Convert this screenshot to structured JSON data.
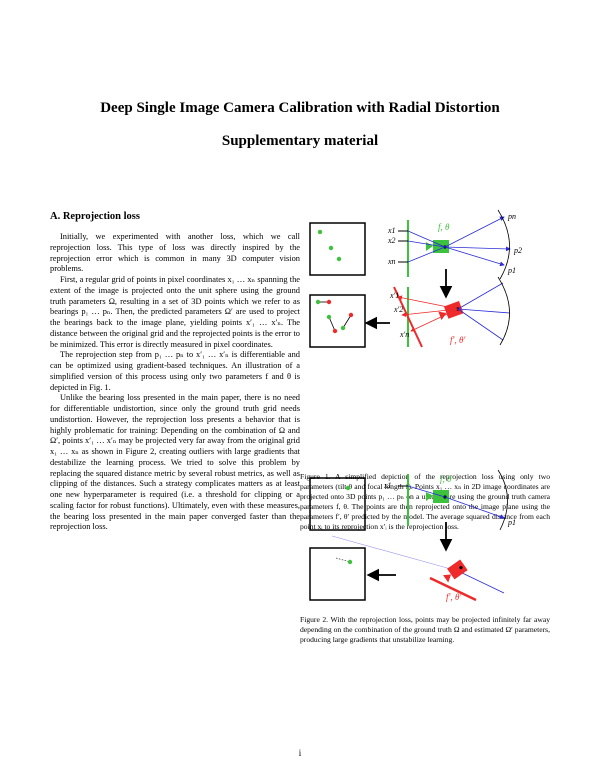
{
  "paper": {
    "title": "Deep Single Image Camera Calibration with Radial Distortion",
    "subtitle": "Supplementary material",
    "page_number": "i"
  },
  "section": {
    "heading": "A. Reprojection loss",
    "paragraphs": [
      "Initially, we experimented with another loss, which we call reprojection loss. This type of loss was directly inspired by the reprojection error which is common in many 3D computer vision problems.",
      "First, a regular grid of points in pixel coordinates x₁ … xₙ spanning the extent of the image is projected onto the unit sphere using the ground truth parameters Ω, resulting in a set of 3D points which we refer to as bearings p₁ … pₙ. Then, the predicted parameters Ω′ are used to project the bearings back to the image plane, yielding points x′₁ … x′ₙ. The distance between the original grid and the reprojected points is the error to be minimized. This error is directly measured in pixel coordinates.",
      "The reprojection step from p₁ … pₙ to x′₁ … x′ₙ is differentiable and can be optimized using gradient-based techniques. An illustration of a simplified version of this process using only two parameters f and θ is depicted in Fig. 1.",
      "Unlike the bearing loss presented in the main paper, there is no need for differentiable undistortion, since only the ground truth grid needs undistortion. However, the reprojection loss presents a behavior that is highly problematic for training: Depending on the combination of Ω and Ω′, points x′₁ … x′ₙ may be projected very far away from the original grid x₁ … xₙ as shown in Figure 2, creating outliers with large gradients that destabilize the learning process. We tried to solve this problem by replacing the squared distance metric by several robust metrics, as well as clipping of the distances. Such a strategy complicates matters as at least one new hyperparameter is required (i.e. a threshold for clipping or a scaling factor for robust functions). Ultimately, even with these measures, the bearing loss presented in the main paper converged faster than the reprojection loss."
    ]
  },
  "figure1": {
    "caption": "Figure 1. A simplified depiction of the reprojection loss using only two parameters (tilt θ and focal length f). Points x₁ … xₙ in 2D image coordinates are projected onto 3D points p₁ … pₙ on a unit sphere using the ground truth camera parameters f, θ. The points are then reprojected onto the image plane using the parameters f′, θ′ predicted by the model. The average squared distance from each point xᵢ to its reprojection x′ᵢ is the reprojection loss.",
    "labels": {
      "x1": "x1",
      "x2": "x2",
      "xn": "xn",
      "pn": "pn",
      "p2": "p2",
      "p1": "p1",
      "f_theta": "f, θ",
      "f_theta_pred": "f′, θ′",
      "x1p": "x′1",
      "x2p": "x′2",
      "xnp": "x′n"
    }
  },
  "figure2": {
    "caption": "Figure 2. With the reprojection loss, points may be projected infinitely far away depending on the combination of the ground truth Ω and estimated Ω′ parameters, producing large gradients that unstabilize learning.",
    "labels": {
      "x1": "x1",
      "p1": "p1",
      "f_theta": "f, θ",
      "f_theta_pred": "f′, θ′"
    }
  },
  "colors": {
    "green": "#3cc23c",
    "red": "#ee2a2a",
    "blue": "#2b2bd9"
  }
}
